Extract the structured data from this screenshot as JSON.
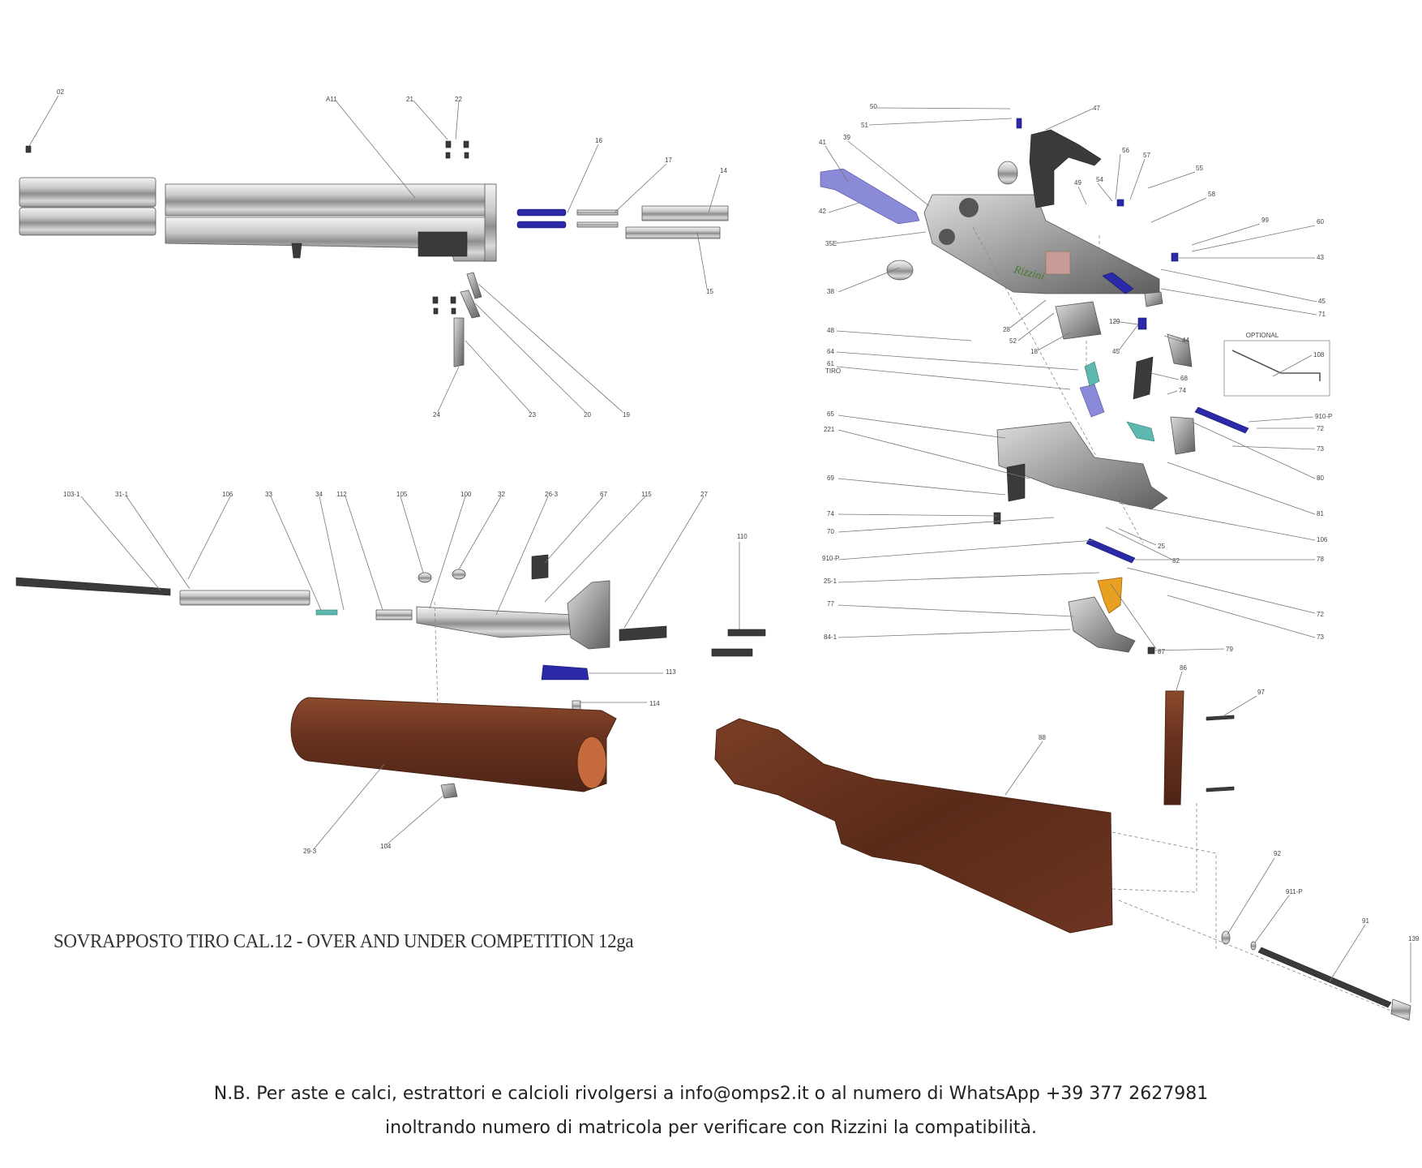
{
  "diagram": {
    "title": "SOVRAPPOSTO TIRO CAL.12 - OVER AND UNDER COMPETITION 12ga",
    "optional_label": "OPTIONAL",
    "brand_stamp": "Rizzini",
    "part_labels": {
      "barrels": [
        "02",
        "A11",
        "21",
        "22",
        "16",
        "17",
        "14",
        "15",
        "19",
        "20",
        "23",
        "24"
      ],
      "forend": [
        "103-1",
        "31-1",
        "106",
        "33",
        "34",
        "112",
        "105",
        "100",
        "32",
        "26-3",
        "67",
        "115",
        "27",
        "110",
        "113",
        "114",
        "29-3",
        "104"
      ],
      "action": [
        "50",
        "51",
        "47",
        "41",
        "39",
        "56",
        "57",
        "55",
        "49",
        "54",
        "58",
        "99",
        "60",
        "43",
        "42",
        "35E",
        "45",
        "71",
        "38",
        "129",
        "28",
        "52",
        "18",
        "45",
        "44",
        "48",
        "108",
        "64",
        "61",
        "TIRO",
        "68",
        "74",
        "910-P",
        "72",
        "73",
        "80",
        "65",
        "221",
        "69",
        "81",
        "106",
        "74",
        "70",
        "25",
        "78",
        "910-P",
        "82",
        "25-1",
        "72",
        "77",
        "73",
        "84-1",
        "87",
        "79"
      ],
      "stock": [
        "86",
        "97",
        "88",
        "92",
        "911-P",
        "91",
        "139"
      ]
    }
  },
  "footer": {
    "line1": "N.B. Per aste e calci, estrattori e calcioli rivolgersi a info@omps2.it o al numero di WhatsApp +39 377 2627981",
    "line2": "inoltrando numero di matricola per verificare con Rizzini la compatibilità."
  }
}
